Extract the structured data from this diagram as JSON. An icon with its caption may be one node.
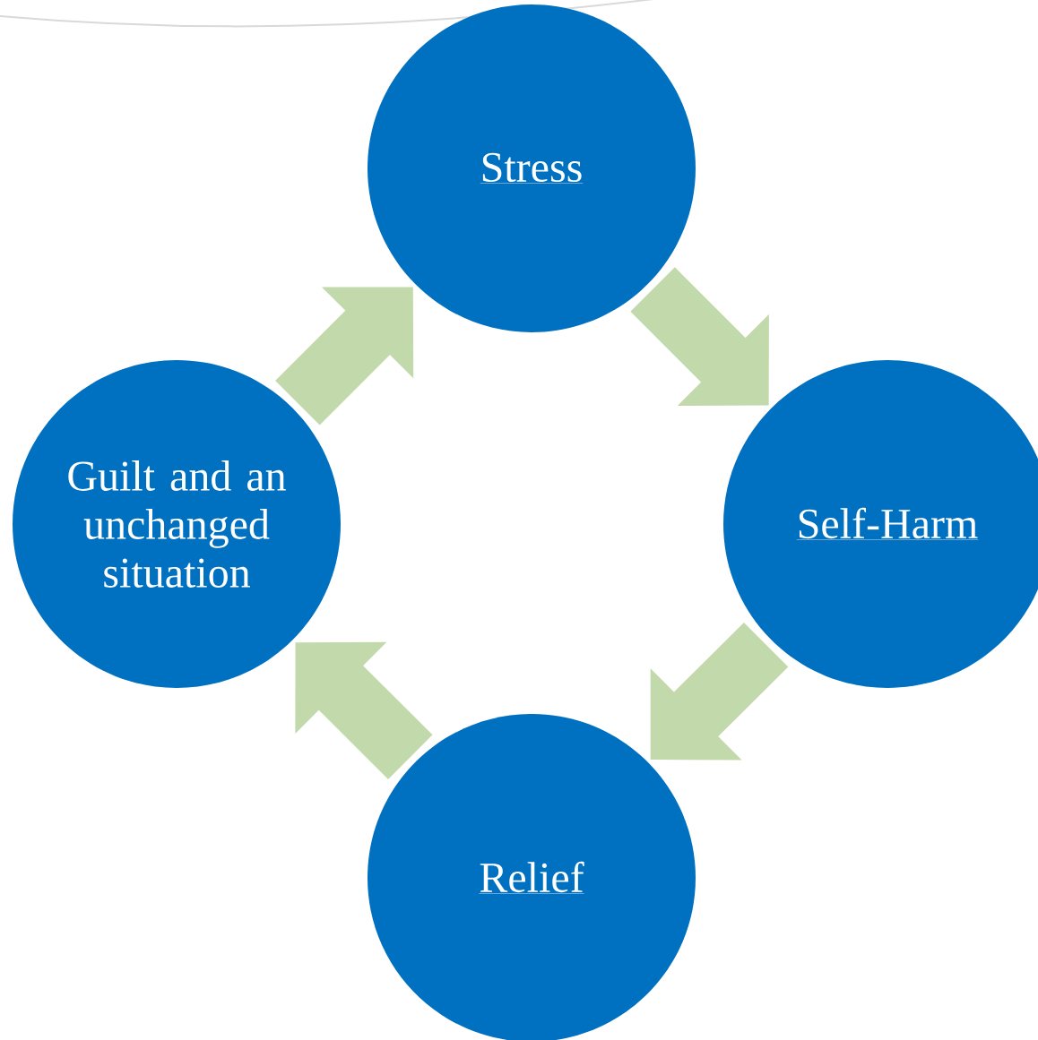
{
  "diagram": {
    "nodes": [
      {
        "text": [
          "Stress"
        ]
      },
      {
        "text": [
          "Self-Harm"
        ]
      },
      {
        "text": [
          "Relief"
        ]
      },
      {
        "text": [
          "Guilt and an unchanged situation"
        ]
      }
    ],
    "edges": [
      {
        "from": 0,
        "to": 1,
        "arrow": "to"
      },
      {
        "from": 1,
        "to": 2,
        "arrow": "to"
      },
      {
        "from": 2,
        "to": 3,
        "arrow": "to"
      },
      {
        "from": 3,
        "to": 0,
        "arrow": "to"
      }
    ]
  }
}
